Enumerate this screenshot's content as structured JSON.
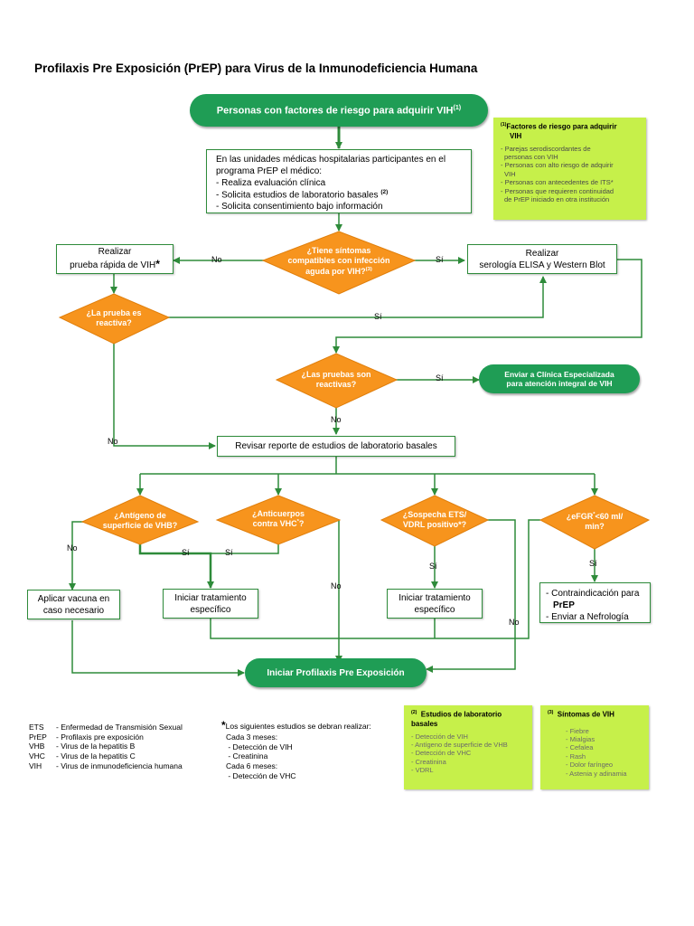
{
  "title": "Profilaxis Pre Exposición (PrEP) para Virus de la Inmunodeficiencia Humana",
  "start": {
    "text": "Personas con factores de riesgo para adquirir VIH",
    "sup": "(1)"
  },
  "intro": {
    "line1": "En las unidades médicas hospitalarias participantes en el",
    "line2": "programa PrEP el médico:",
    "items": [
      "- Realiza evaluación clínica",
      "- Solicita estudios de laboratorio basales",
      "- Solicita consentimiento bajo información"
    ],
    "sup": "(2)"
  },
  "d_symptoms": {
    "line1": "¿Tiene síntomas",
    "line2": "compatibles con infección",
    "line3": "aguda por  VIH?",
    "sup": "(3)"
  },
  "rapid_test": {
    "line1": "Realizar",
    "line2": "prueba rápida de VIH",
    "mark": "*"
  },
  "serology": {
    "line1": "Realizar",
    "line2": "serología ELISA y Western Blot"
  },
  "d_reactive": {
    "line1": "¿La prueba es",
    "line2": "reactiva?"
  },
  "d_tests_reactive": {
    "line1": "¿Las pruebas son",
    "line2": "reactivas?"
  },
  "clinic": {
    "line1": "Enviar a Clínica Especializada",
    "line2": "para atención integral de VIH"
  },
  "review": "Revisar reporte de estudios de laboratorio basales",
  "d_vhb": {
    "line1": "¿Antígeno de",
    "line2": "superficie de VHB?"
  },
  "d_vhc": {
    "line1": "¿Anticuerpos",
    "line2": "contra VHC",
    "mark": "*",
    "tail": "?"
  },
  "d_ets": {
    "line1": "¿Sospecha ETS/",
    "line2": "VDRL positivo*?"
  },
  "d_egfr": {
    "line1": "¿eFGR",
    "mark": "*",
    "rest": "<60 ml/",
    "line2": "min?"
  },
  "vaccine": {
    "line1": "Aplicar vacuna en",
    "line2": "caso necesario"
  },
  "treat1": {
    "line1": "Iniciar tratamiento",
    "line2": "específico"
  },
  "treat2": {
    "line1": "Iniciar tratamiento",
    "line2": "específico"
  },
  "contra": {
    "line1": "- Contraindicación para",
    "line2": "PrEP",
    "line3": "- Enviar a Nefrología"
  },
  "end": "Iniciar Profilaxis Pre Exposición",
  "labels": {
    "no": "No",
    "si": "Sí"
  },
  "note1": {
    "num": "(1)",
    "title1": "Factores de riesgo para adquirir",
    "title2": "VIH",
    "items": [
      "- Parejas serodiscordantes de",
      "  personas con VIH",
      "- Personas con alto riesgo de adquirir",
      "  VIH",
      "- Personas con antecedentes de ITS*",
      "- Personas que requieren continuidad",
      "  de PrEP iniciado en otra institución"
    ]
  },
  "note2": {
    "num": "(2)",
    "title1": "Estudios de laboratorio",
    "title2": "basales",
    "items": [
      "- Detección de VIH",
      "- Antígeno de superficie de VHB",
      "- Detección de VHC",
      "- Creatinina",
      "- VDRL"
    ]
  },
  "note3": {
    "num": "(3)",
    "title": "Síntomas de VIH",
    "items": [
      "- Fiebre",
      "- Mialgias",
      "- Cefalea",
      "- Rash",
      "- Dolor faríngeo",
      "- Astenia y adinamia"
    ]
  },
  "legend": [
    {
      "abbr": "ETS",
      "def": "-  Enfermedad de Transmisión Sexual"
    },
    {
      "abbr": "PrEP",
      "def": "-  Profilaxis pre exposición"
    },
    {
      "abbr": "VHB",
      "def": "-  Virus de la hepatitis B"
    },
    {
      "abbr": "VHC",
      "def": "-  Virus de la hepatitis C"
    },
    {
      "abbr": "VIH",
      "def": "-  Virus de inmunodeficiencia humana"
    }
  ],
  "studies": {
    "mark": "*",
    "intro": "Los siguientes estudios se debran realizar:",
    "lines": [
      "Cada 3 meses:",
      " - Detección de VIH",
      " - Creatinina",
      "Cada 6 meses:",
      " - Detección de VHC"
    ]
  },
  "colors": {
    "green": "#1f9d55",
    "line": "#2e8b3a",
    "orange": "#f7941d",
    "note": "#c6f04a"
  }
}
